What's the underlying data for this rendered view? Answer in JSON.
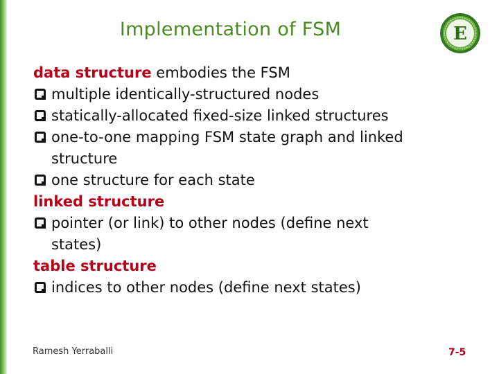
{
  "slide": {
    "title": "Implementation of FSM",
    "logo_letter": "E"
  },
  "body": {
    "p1_bold": "data structure",
    "p1_rest": " embodies the FSM",
    "b1": "multiple identically-structured nodes",
    "b2": "statically-allocated fixed-size linked structures",
    "b3": "one-to-one mapping FSM state graph and linked",
    "b3_cont": "structure",
    "b4": "one structure for each state",
    "h2": "linked structure",
    "b5": "pointer (or link) to other nodes (define next",
    "b5_cont": "states)",
    "h3": "table structure",
    "b6": "indices to other nodes (define next states)"
  },
  "footer": {
    "author": "Ramesh Yerraballi",
    "page": "7-5"
  },
  "colors": {
    "title": "#4a8a22",
    "heading": "#b5001a",
    "bar": "#3f8c24"
  }
}
